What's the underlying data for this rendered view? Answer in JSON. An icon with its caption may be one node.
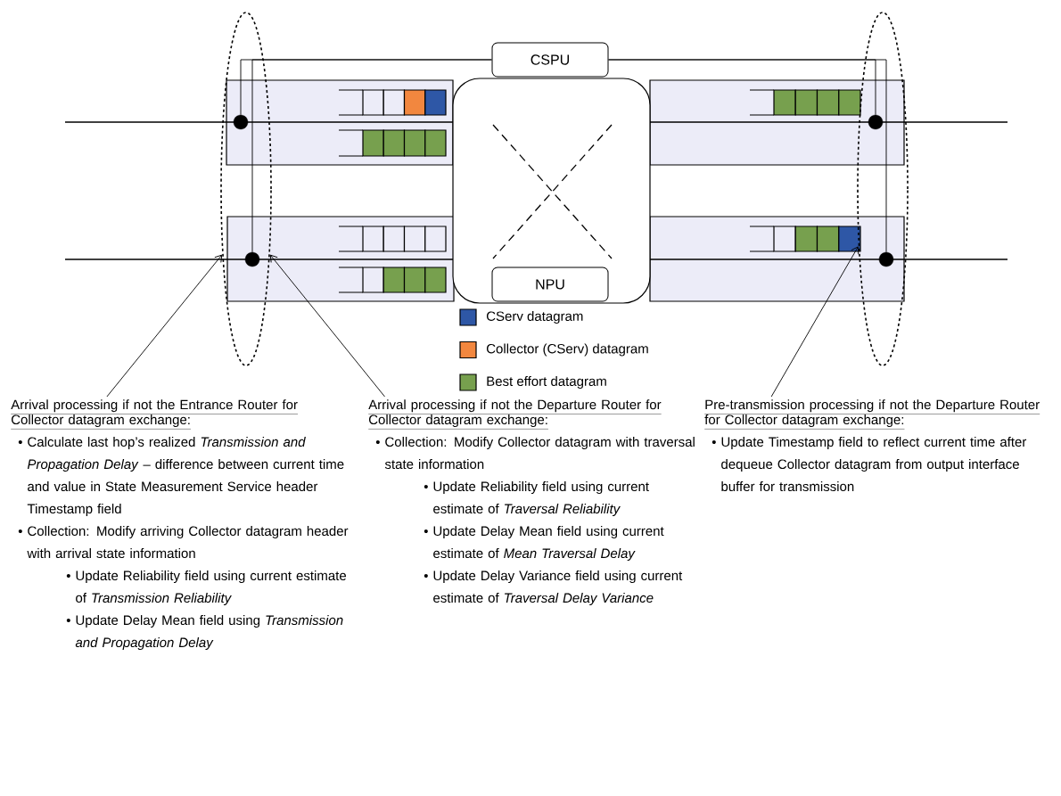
{
  "diagram": {
    "nodes": [
      {
        "text": [],
        "shape": "ellipse"
      },
      {
        "text": [],
        "shape": "circle",
        "in": 0
      },
      {
        "text": [],
        "shape": "circle",
        "in": 0
      },
      {
        "text": [
          "CSPU"
        ]
      },
      {
        "text": [],
        "shape": "box"
      },
      {
        "text": [
          "NPU"
        ],
        "in": 4
      },
      {
        "text": [],
        "shape": "ellipse"
      },
      {
        "text": [],
        "shape": "circle",
        "in": 6
      },
      {
        "text": [],
        "shape": "circle",
        "in": 6
      },
      {
        "text": [
          "Arrival processing if not the Entrance Router for Collector datagram exchange:",
          "• Calculate last hop’s realized *Transmission and Propagation Delay* – difference between current time and value in State Measurement Service header Timestamp field",
          "• Collection: Modify arriving Collector datagram header with arrival state information",
          "• Update Reliability field using current estimate of *Transmission Reliability*",
          "• Update Delay Mean field using *Transmission and Propagation Delay*"
        ]
      },
      {
        "text": [
          "Arrival processing if not the Departure Router for Collector datagram exchange:",
          "• Collection: Modify Collector datagram with traversal state information",
          "• Update Reliability field using current estimate of *Traversal Reliability*",
          "• Update Delay Mean field using current estimate of *Mean Traversal Delay*",
          "• Update Delay Variance field using current estimate of *Traversal Delay Variance*"
        ]
      },
      {
        "text": [
          "Pre-transmission processing if not the Departure Router for Collector datagram exchange:",
          "• Update Timestamp field to reflect current time after dequeue Collector datagram from output interface buffer for transmission"
        ]
      }
    ],
    "edges": [
      {
        "from": 3,
        "to": 1,
        "arrow": "none"
      },
      {
        "from": 3,
        "to": 2,
        "arrow": "none"
      },
      {
        "from": 3,
        "to": 7,
        "arrow": "none"
      },
      {
        "from": 3,
        "to": 8,
        "arrow": "none"
      },
      {
        "from": 9,
        "to": 0,
        "arrow": "to"
      },
      {
        "from": 10,
        "to": 0,
        "arrow": "to"
      },
      {
        "from": 11,
        "to": 6,
        "arrow": "to"
      }
    ],
    "legend": [
      {
        "text": "CServ datagram",
        "color": "#2e57a6"
      },
      {
        "text": "Collector (CServ) datagram",
        "color": "#f2873f"
      },
      {
        "text": "Best effort datagram",
        "color": "#77a04e"
      }
    ]
  }
}
